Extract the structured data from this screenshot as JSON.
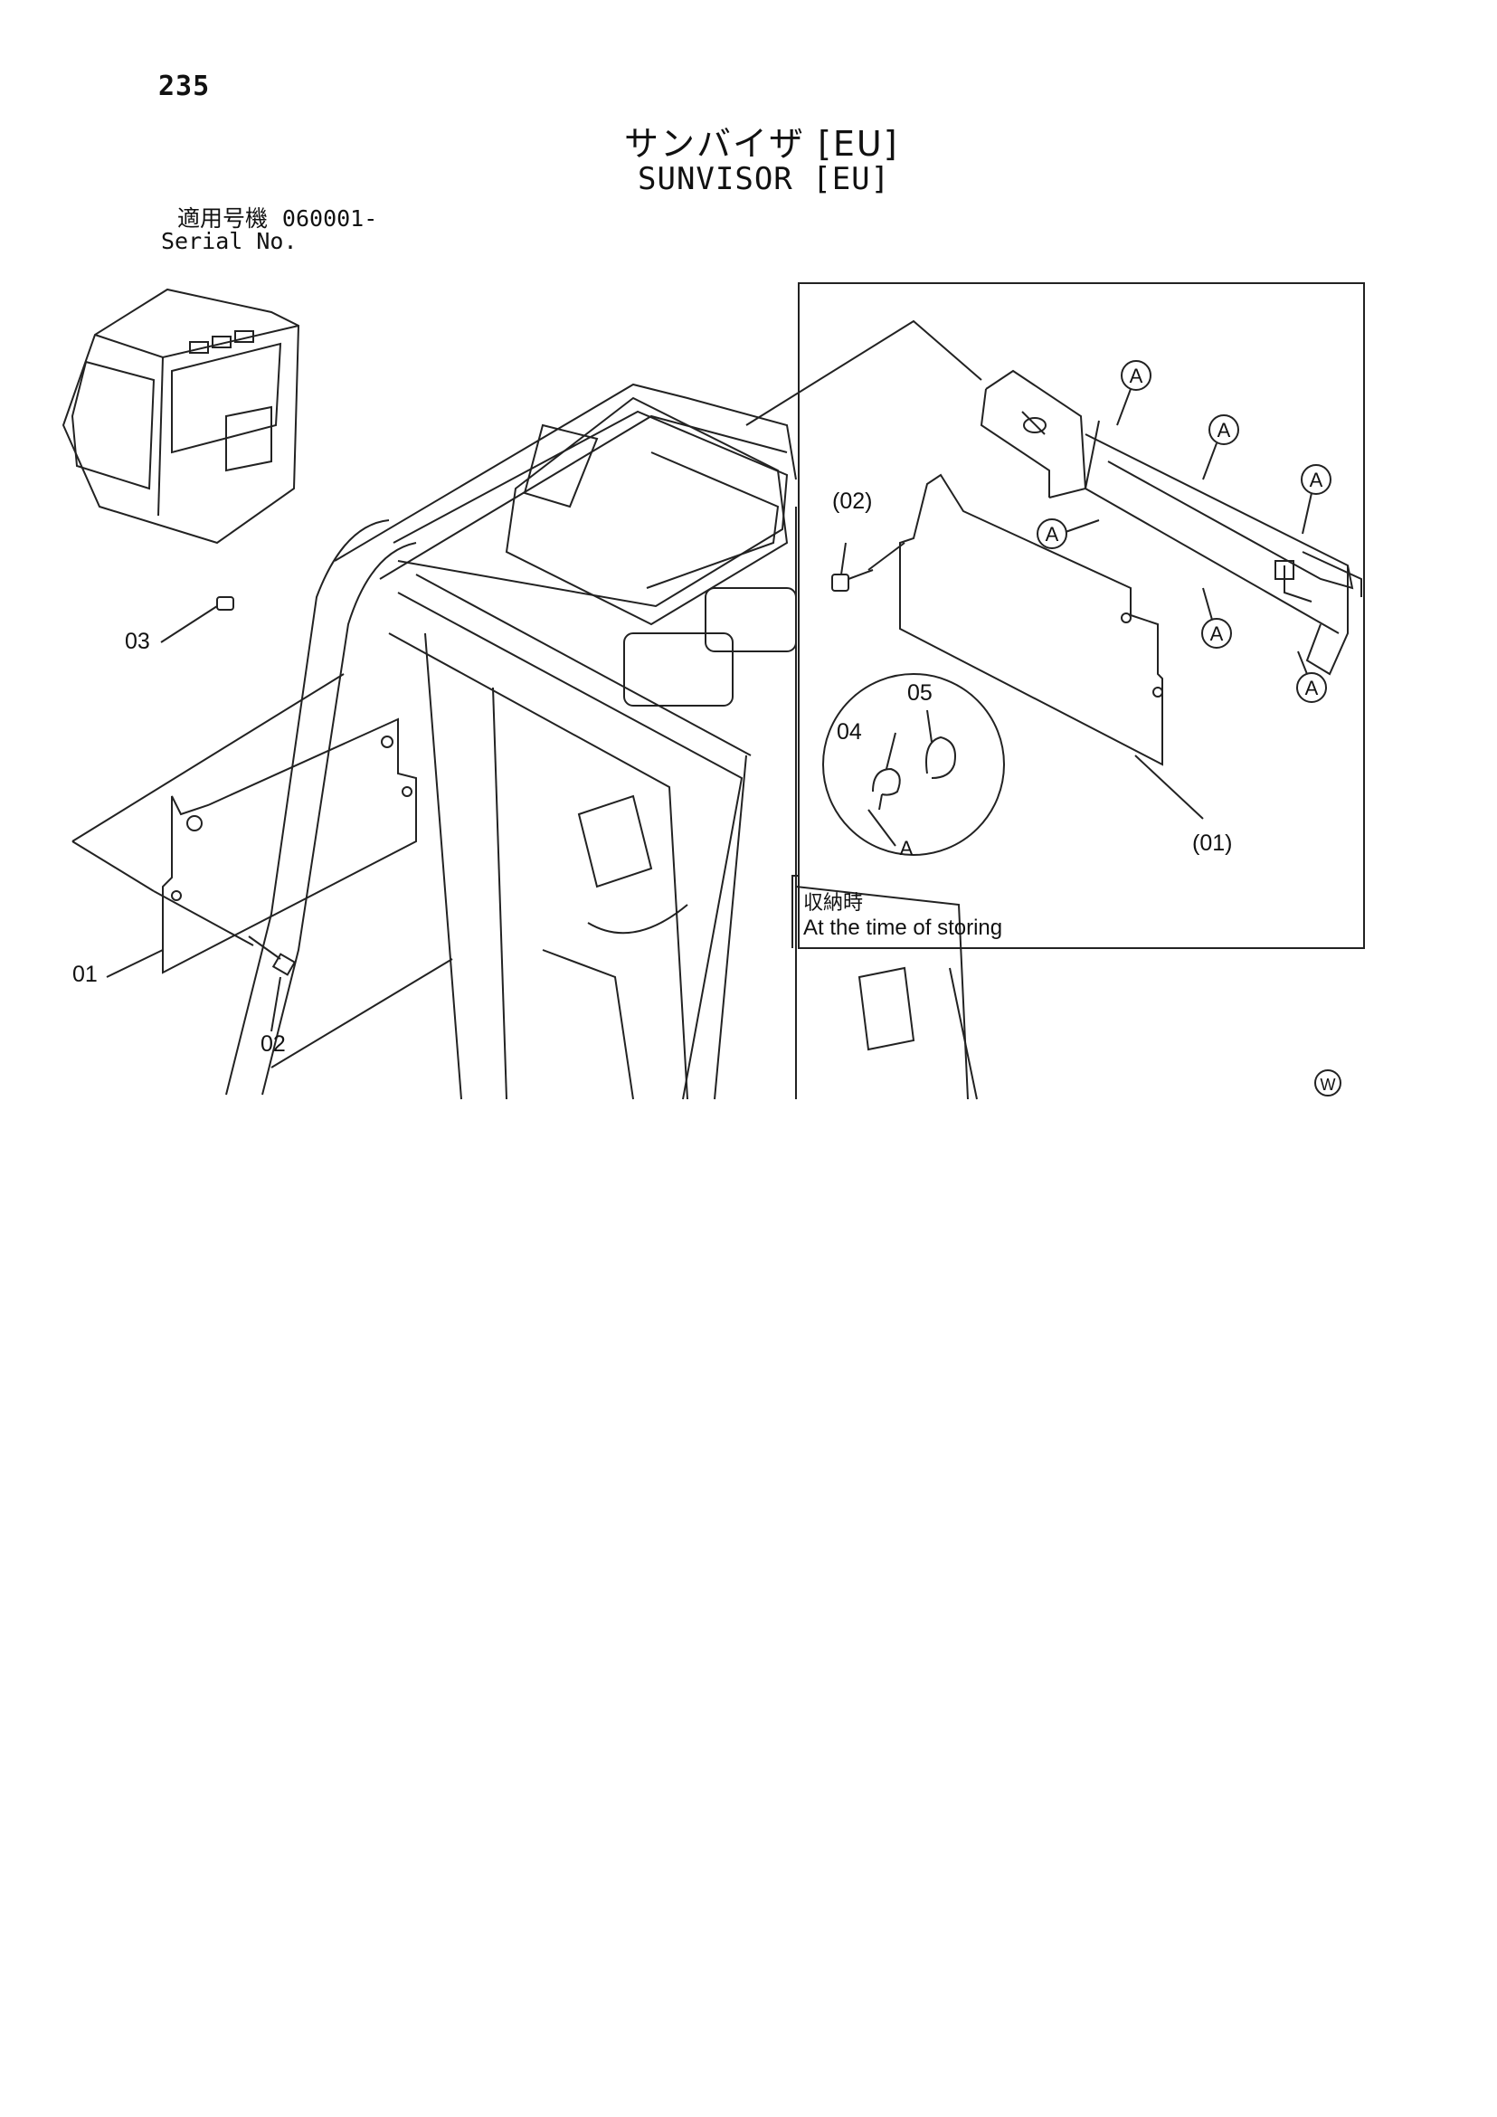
{
  "page_number": "235",
  "title_jp": "サンバイザ [EU]",
  "title_en": "SUNVISOR [EU]",
  "serial": {
    "label_jp": "適用号機",
    "value": "060001-",
    "label_en": "Serial No."
  },
  "main_view": {
    "callouts": [
      {
        "id": "01",
        "label": "01"
      },
      {
        "id": "02",
        "label": "02"
      },
      {
        "id": "03",
        "label": "03"
      }
    ]
  },
  "detail_view": {
    "callouts": [
      {
        "id": "01",
        "label": "(01)"
      },
      {
        "id": "02",
        "label": "(02)"
      },
      {
        "id": "04",
        "label": "04"
      },
      {
        "id": "05",
        "label": "05"
      }
    ],
    "reference_mark": "A",
    "caption_jp": "収納時",
    "caption_en": "At the time of storing"
  },
  "footer_mark": "W"
}
